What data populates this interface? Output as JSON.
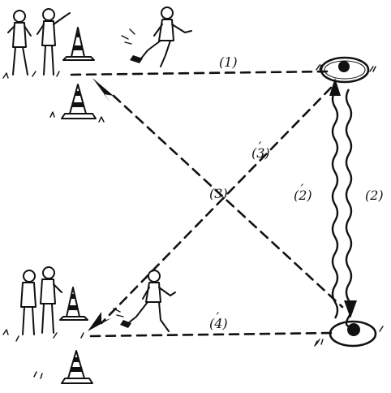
{
  "diagram": {
    "path_labels": {
      "top": "(1)",
      "bottom": "(4)",
      "cross_center": "(3)",
      "cross_upper": "(3)",
      "wavy_left": "(2)",
      "wavy_right": "(2)"
    },
    "primes": {
      "cross_upper": "′",
      "wavy_left": "′",
      "bottom": "′"
    },
    "figures": [
      "group-of-waiting-children-top-left",
      "group-of-waiting-children-bottom-left",
      "running-child-top",
      "running-child-bottom"
    ],
    "markers": [
      "traffic-cone-top-left",
      "traffic-cone-top-left-lower",
      "traffic-cone-bottom-left",
      "traffic-cone-bottom-left-lower",
      "ball-in-hoop-top-right",
      "ball-in-hoop-bottom-right"
    ]
  }
}
